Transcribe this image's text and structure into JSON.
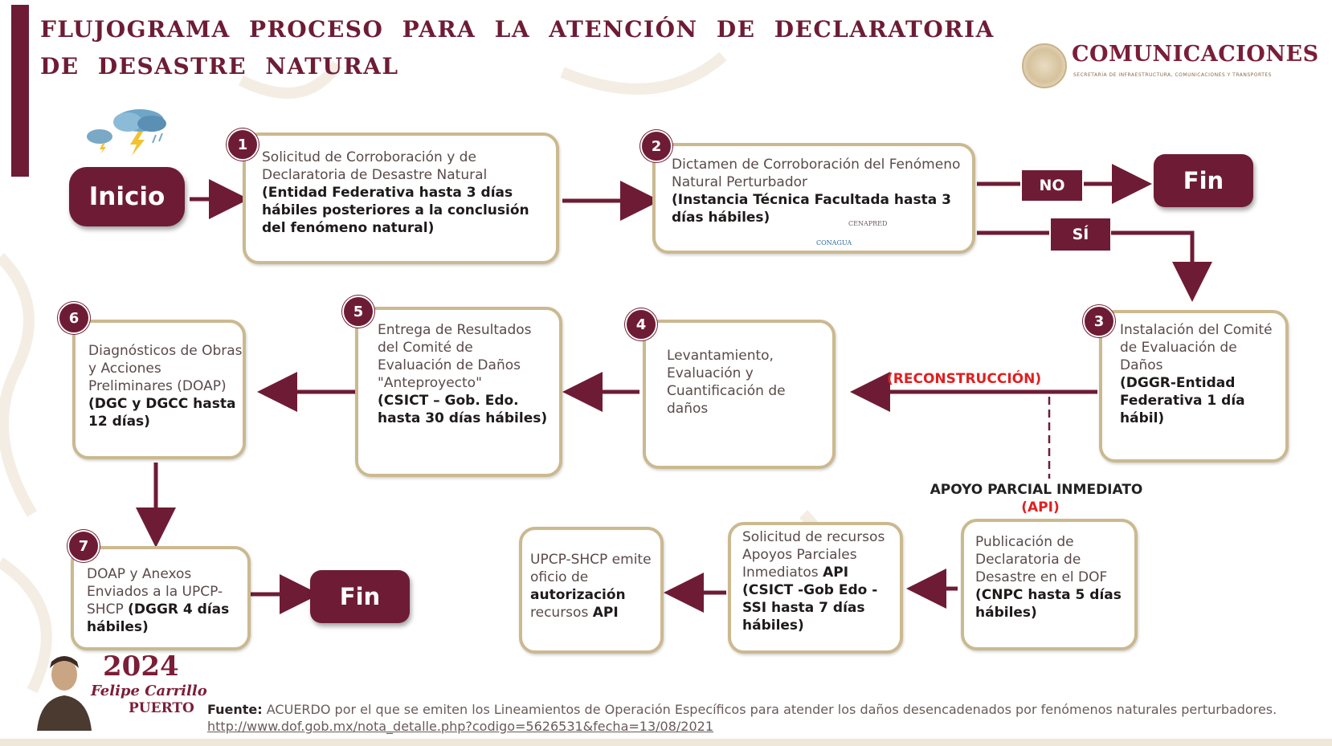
{
  "title": "FLUJOGRAMA PROCESO PARA LA ATENCIÓN DE DECLARATORIA DE DESASTRE NATURAL",
  "logo": {
    "name": "COMUNICACIONES",
    "subtitle": "SECRETARÍA DE INFRAESTRUCTURA, COMUNICACIONES Y TRANSPORTES"
  },
  "start_label": "Inicio",
  "end_label": "Fin",
  "decision": {
    "no": "NO",
    "yes": "SÍ"
  },
  "steps": {
    "s1": {
      "num": "1",
      "text": "Solicitud de Corroboración y  de Declaratoria de Desastre Natural",
      "bold": "(Entidad Federativa hasta 3 días hábiles posteriores a la conclusión del fenómeno natural)"
    },
    "s2": {
      "num": "2",
      "text": "Dictamen de Corroboración del Fenómeno Natural Perturbador",
      "bold": "(Instancia Técnica Facultada hasta 3 días hábiles)",
      "logo1": "CENAPRED",
      "logo2": "CONAGUA"
    },
    "s3": {
      "num": "3",
      "text": "Instalación del Comité de Evaluación  de Daños",
      "bold": "(DGGR-Entidad Federativa 1 día hábil)"
    },
    "s4": {
      "num": "4",
      "text": "Levantamiento, Evaluación y Cuantificación de daños"
    },
    "s5": {
      "num": "5",
      "text": "Entrega de Resultados del Comité de  Evaluación  de  Daños \"Anteproyecto\"",
      "bold": "(CSICT – Gob. Edo. hasta 30 días hábiles)"
    },
    "s6": {
      "num": "6",
      "text": "Diagnósticos de Obras y Acciones Preliminares (DOAP)",
      "bold": "(DGC y DGCC hasta 12 días)"
    },
    "s7": {
      "num": "7",
      "text": "DOAP y Anexos Enviados a la UPCP-SHCP",
      "bold": "(DGGR 4 días hábiles)"
    },
    "pub": {
      "text": "Publicación de Declaratoria de Desastre en el DOF",
      "bold": "(CNPC hasta 5 días hábiles)"
    },
    "sol": {
      "text": "Solicitud de recursos Apoyos Parciales Inmediatos",
      "api": "API",
      "bold": "(CSICT -Gob Edo - SSI hasta 7 días hábiles)"
    },
    "upcp": {
      "text1": "UPCP-SHCP emite oficio de",
      "bold": "autorización",
      "text2": "recursos",
      "api": "API"
    }
  },
  "reconstruccion": "(RECONSTRUCCIÓN)",
  "api_label": "APOYO PARCIAL INMEDIATO",
  "api_abbr": "(API)",
  "footer": {
    "label": "Fuente:",
    "text": "ACUERDO por el que se emiten los Lineamientos de Operación Específicos para atender los daños desencadenados por fenómenos naturales perturbadores.",
    "link": "http://www.dof.gob.mx/nota_detalle.php?codigo=5626531&fecha=13/08/2021"
  },
  "brand": {
    "year": "2024",
    "name1": "Felipe Carrillo",
    "name2": "PUERTO"
  },
  "colors": {
    "primary": "#6e1c35",
    "border": "#cbb98f",
    "accent_red": "#e02020"
  }
}
